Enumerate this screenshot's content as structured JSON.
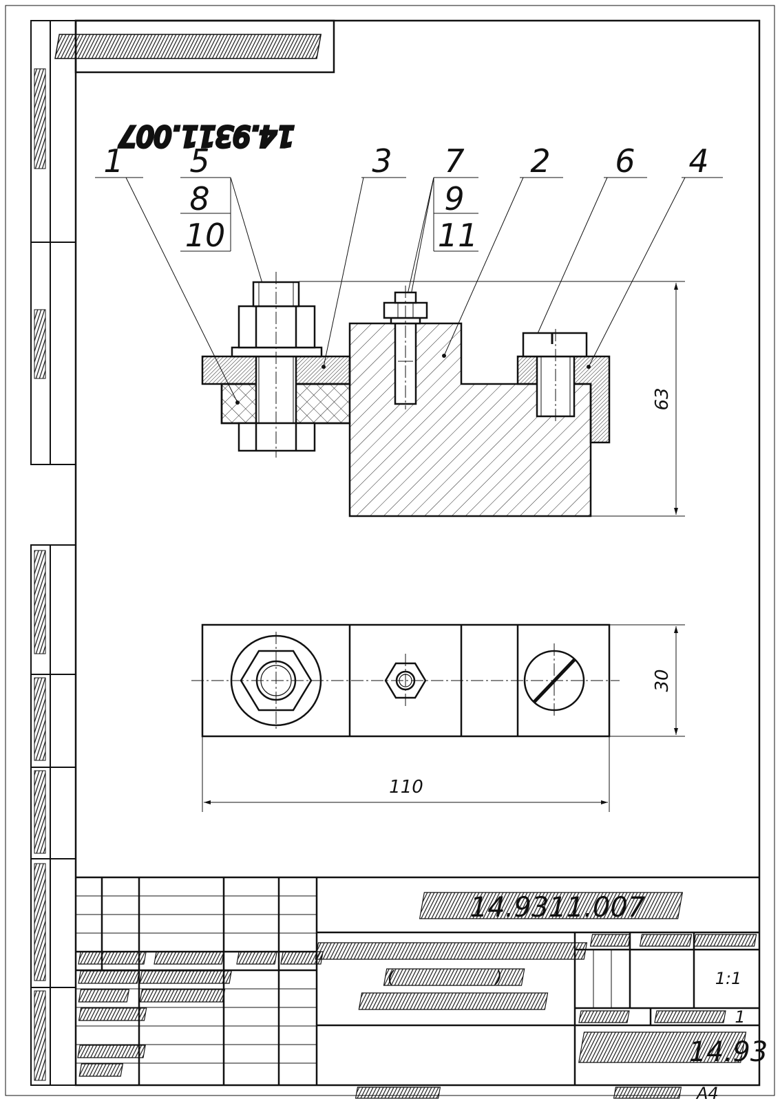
{
  "drawing": {
    "code_rotated": "14.9311.007",
    "title_code": "14.9311.007",
    "scale": "1:1",
    "sheet": "1",
    "group": "14.93",
    "format": "A4"
  },
  "callouts": {
    "c1": "1",
    "c5": "5",
    "c8": "8",
    "c10": "10",
    "c3": "3",
    "c7": "7",
    "c9": "9",
    "c11": "11",
    "c2": "2",
    "c6": "6",
    "c4": "4"
  },
  "dimensions": {
    "height": "63",
    "depth": "30",
    "length": "110"
  },
  "title_block": {
    "bracket_open": "(",
    "bracket_close": ")"
  }
}
